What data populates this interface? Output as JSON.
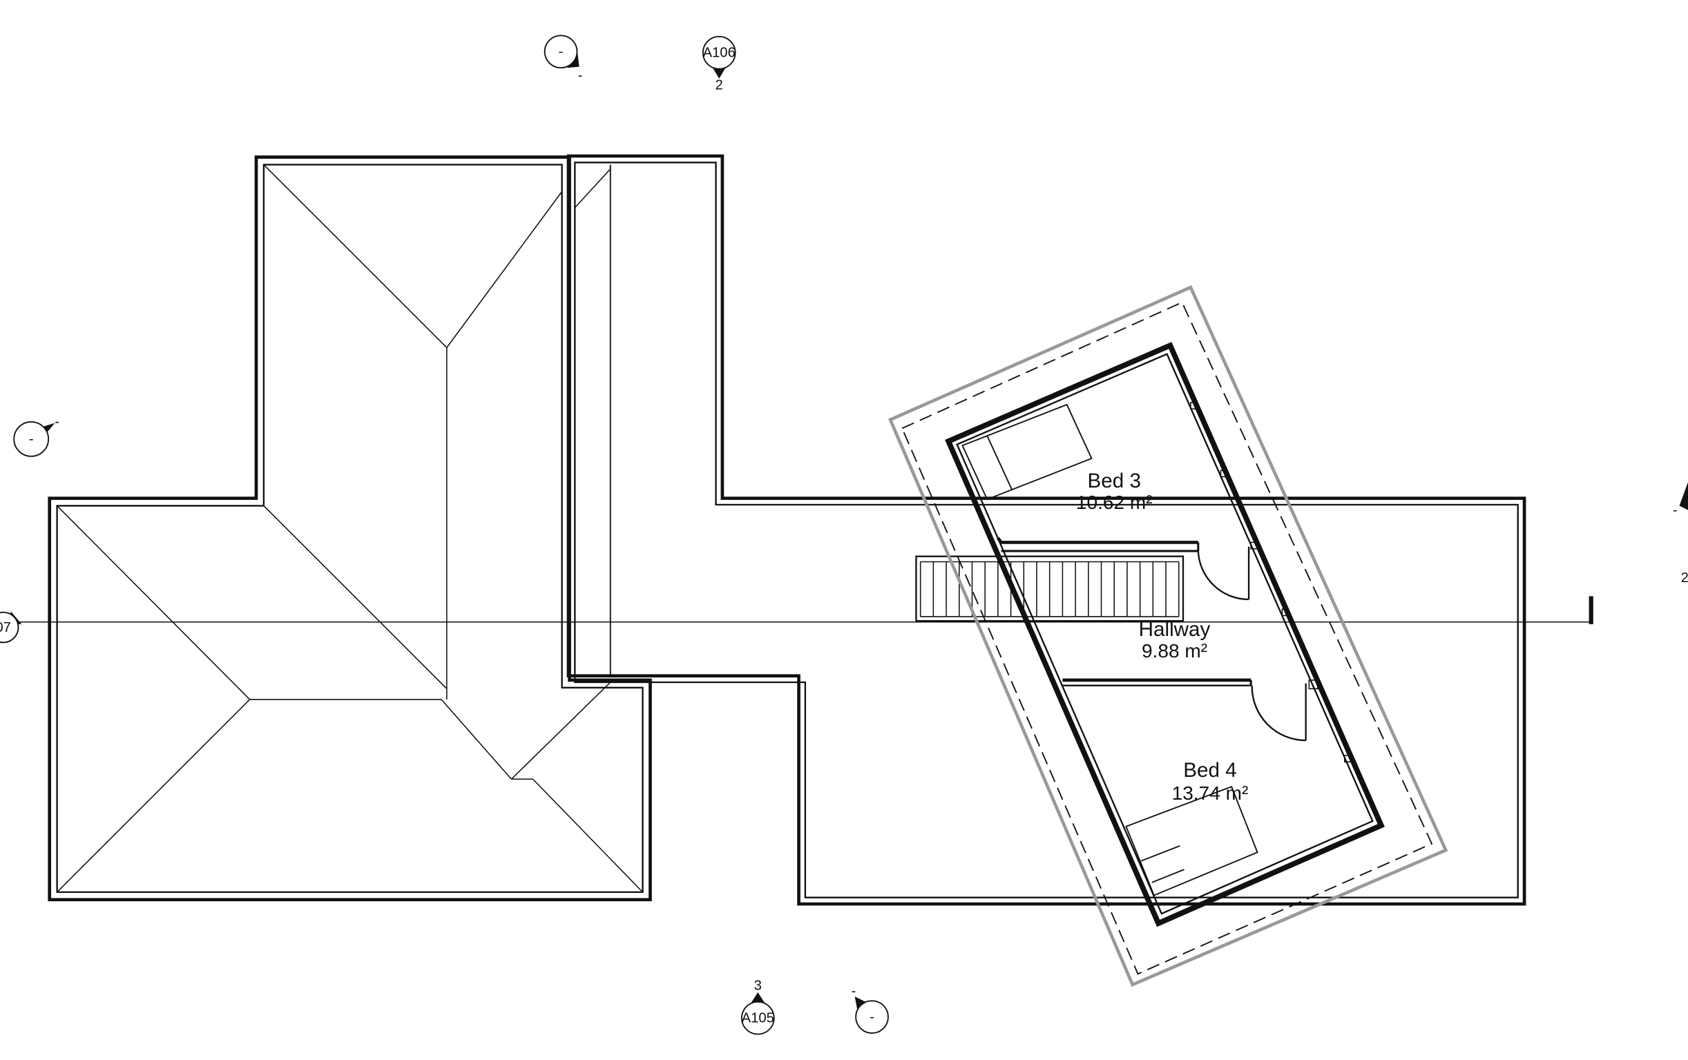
{
  "drawing": {
    "rooms": [
      {
        "name": "Bed 3",
        "area": "10.62 m²"
      },
      {
        "name": "Hallway",
        "area": "9.88 m²"
      },
      {
        "name": "Bed 4",
        "area": "13.74 m²"
      }
    ],
    "section_tags": {
      "top_left": {
        "sheet": "-",
        "mark": "-"
      },
      "top_right": {
        "sheet": "A106",
        "detail": "2"
      },
      "bottom_left": {
        "sheet": "A105",
        "detail": "3"
      },
      "bottom_right": {
        "sheet": "-",
        "mark": "-"
      },
      "left_upper": {
        "sheet": "-",
        "mark": "-"
      },
      "left_cut": {
        "sheet": "07"
      },
      "right_edge": {
        "mark": "-",
        "number": "2"
      }
    }
  }
}
